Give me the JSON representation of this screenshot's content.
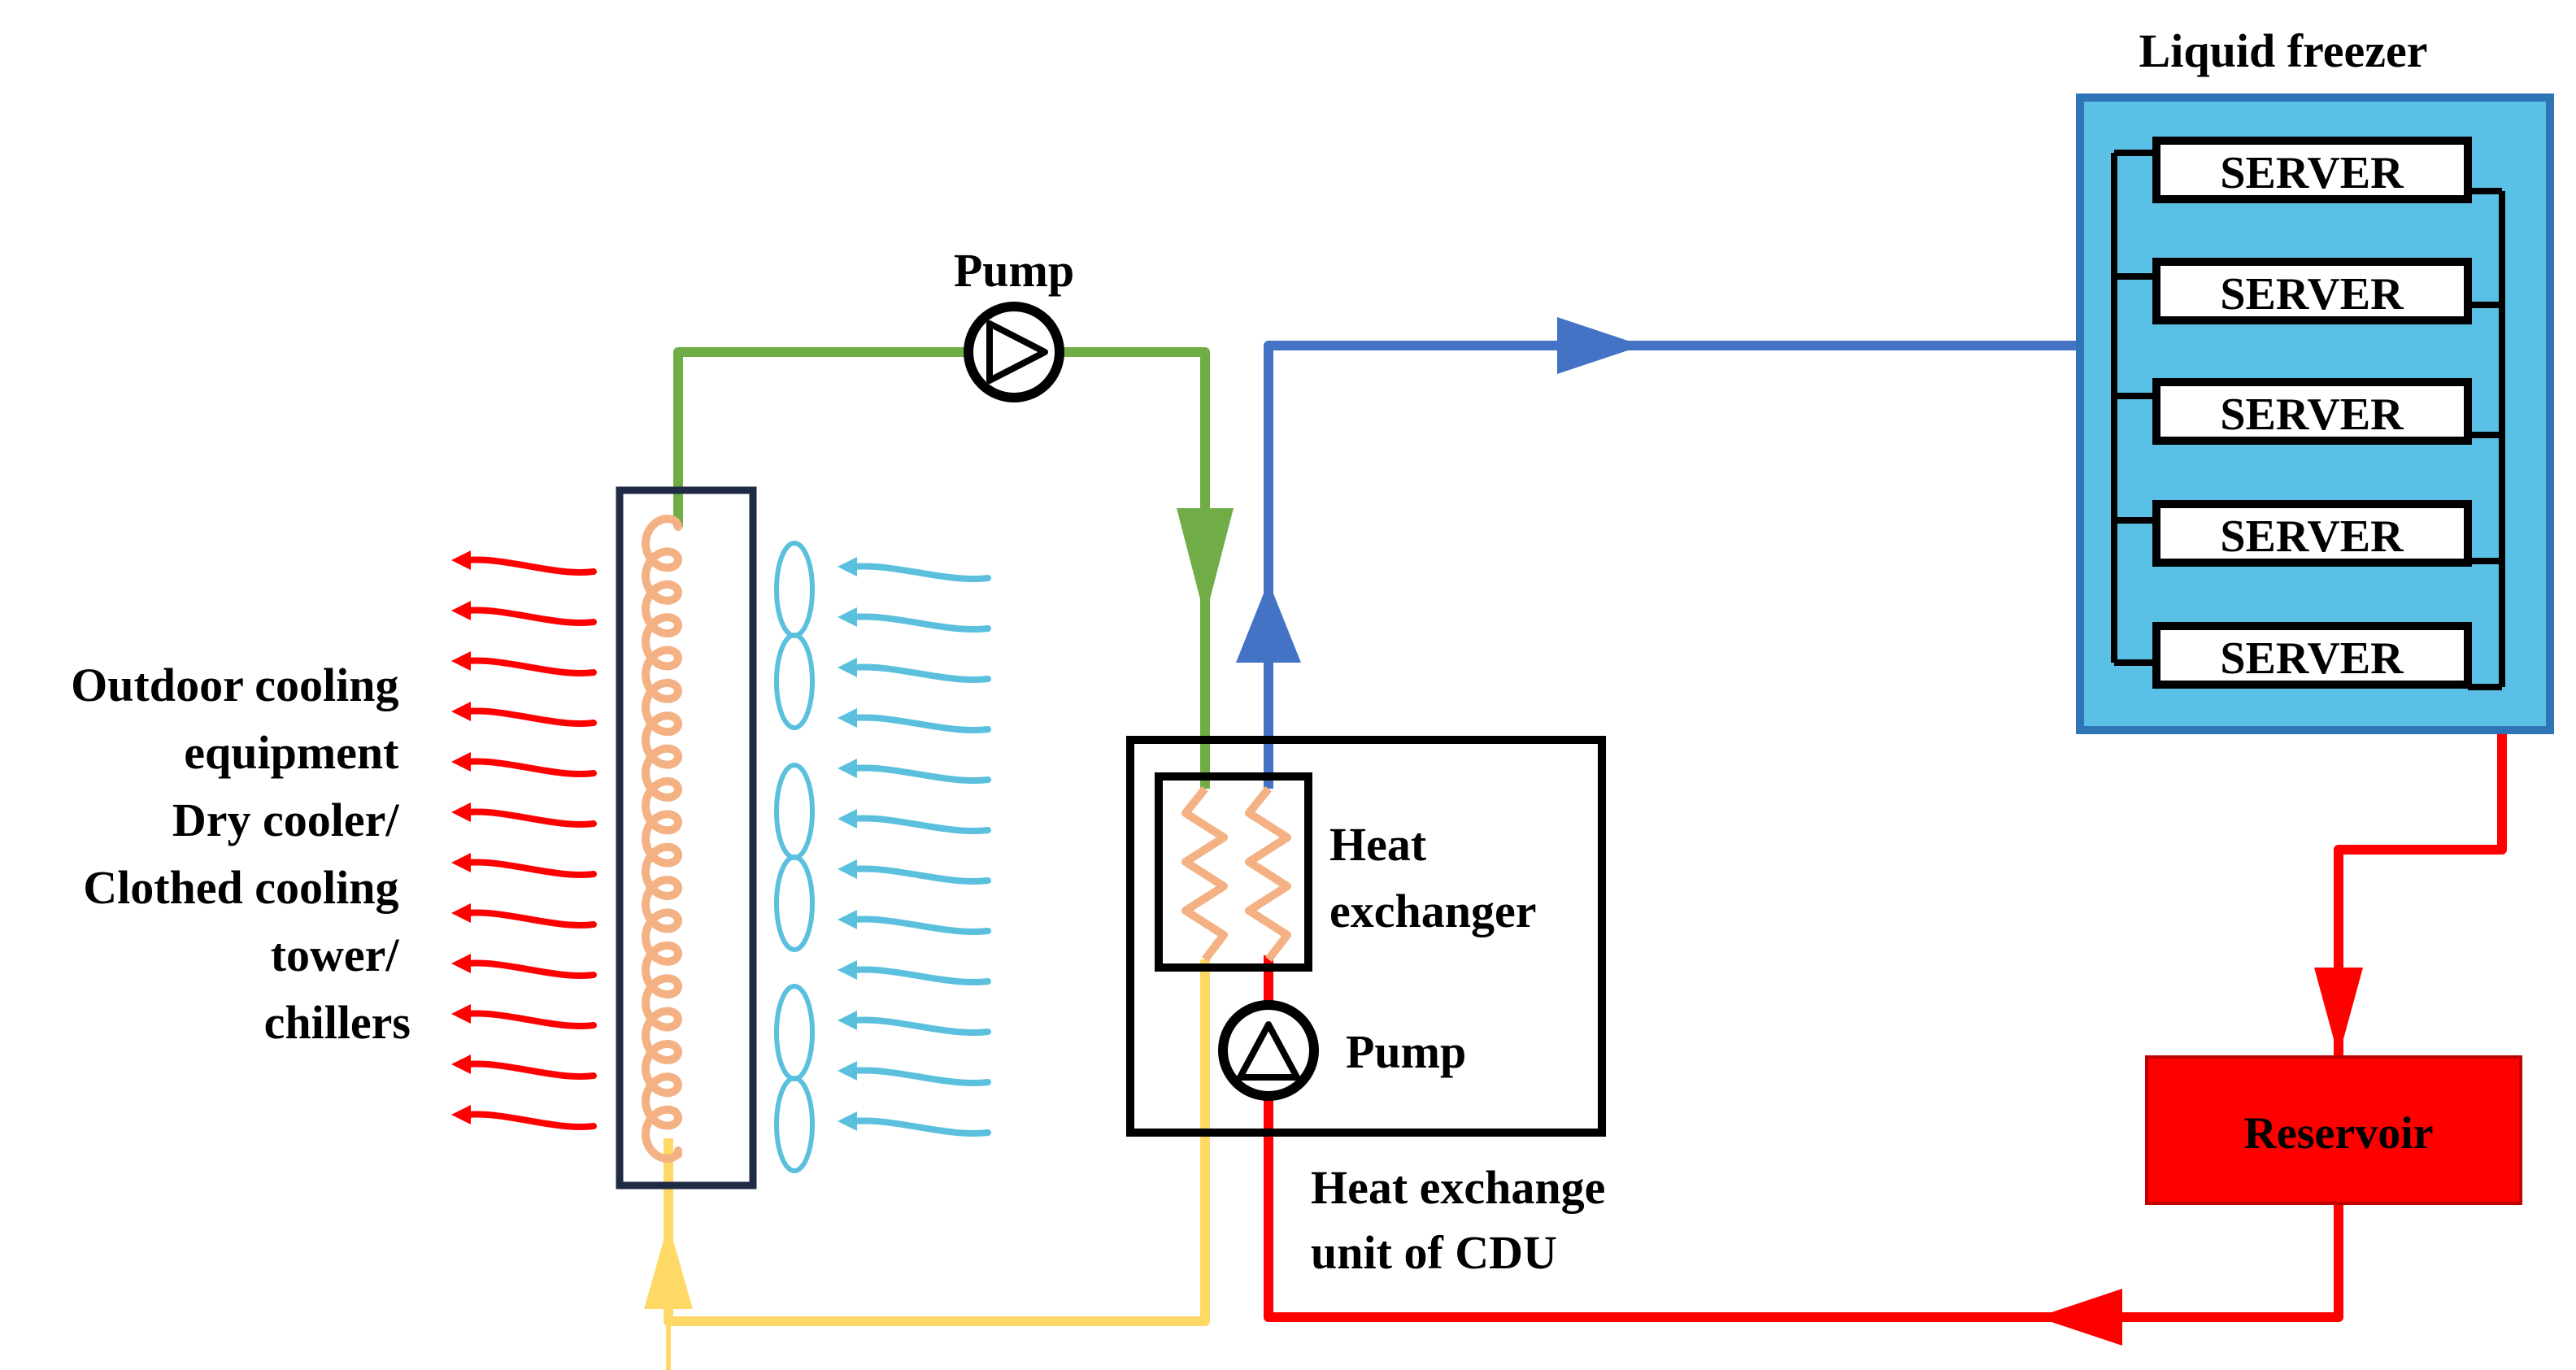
{
  "labels": {
    "pump_top": "Pump",
    "pump_cdu": "Pump",
    "liquid_freezer": "Liquid freezer",
    "heat_exchanger": [
      "Heat",
      "exchanger"
    ],
    "cdu_unit": [
      "Heat exchange",
      "unit of CDU"
    ],
    "reservoir": "Reservoir",
    "outdoor": [
      "Outdoor cooling",
      "equipment",
      "Dry cooler/",
      "Clothed cooling",
      "tower/",
      "chillers"
    ]
  },
  "servers": [
    "SERVER",
    "SERVER",
    "SERVER",
    "SERVER",
    "SERVER"
  ],
  "colors": {
    "green_loop": "#70ad47",
    "blue_loop": "#4472c4",
    "red_loop": "#ff0000",
    "yellow_loop": "#ffd966",
    "coil": "#f4b183",
    "fan": "#5bc0de",
    "freezer_fill": "#5bc0e6",
    "freezer_border": "#2e75b6",
    "outline": "#000000",
    "dry_cooler_border": "#1f2a44"
  }
}
